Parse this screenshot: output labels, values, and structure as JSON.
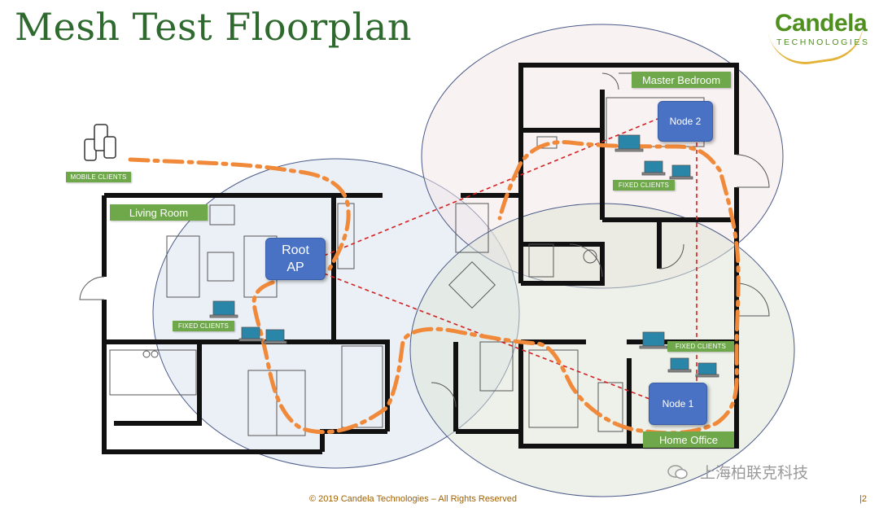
{
  "title": "Mesh Test Floorplan",
  "logo": {
    "main": "Candela",
    "sub": "TECHNOLOGIES"
  },
  "rooms": {
    "living_room": "Living Room",
    "master_bedroom": "Master Bedroom",
    "home_office": "Home Office"
  },
  "client_labels": {
    "mobile": "MOBILE CLIENTS",
    "fixed_living": "FIXED CLIENTS",
    "fixed_master": "FIXED CLIENTS",
    "fixed_office": "FIXED CLIENTS"
  },
  "nodes": {
    "root": "Root\nAP",
    "node1": "Node 1",
    "node2": "Node 2"
  },
  "footer": "© 2019 Candela Technologies – All Rights Reserved",
  "page_number": "|2",
  "watermark": "上海柏联克科技",
  "colors": {
    "title": "#2e6a2e",
    "label_bg": "#6fa84a",
    "node_bg": "#4a72c4",
    "path": "#f08a3a",
    "link": "#d42020",
    "footer": "#a06000"
  }
}
